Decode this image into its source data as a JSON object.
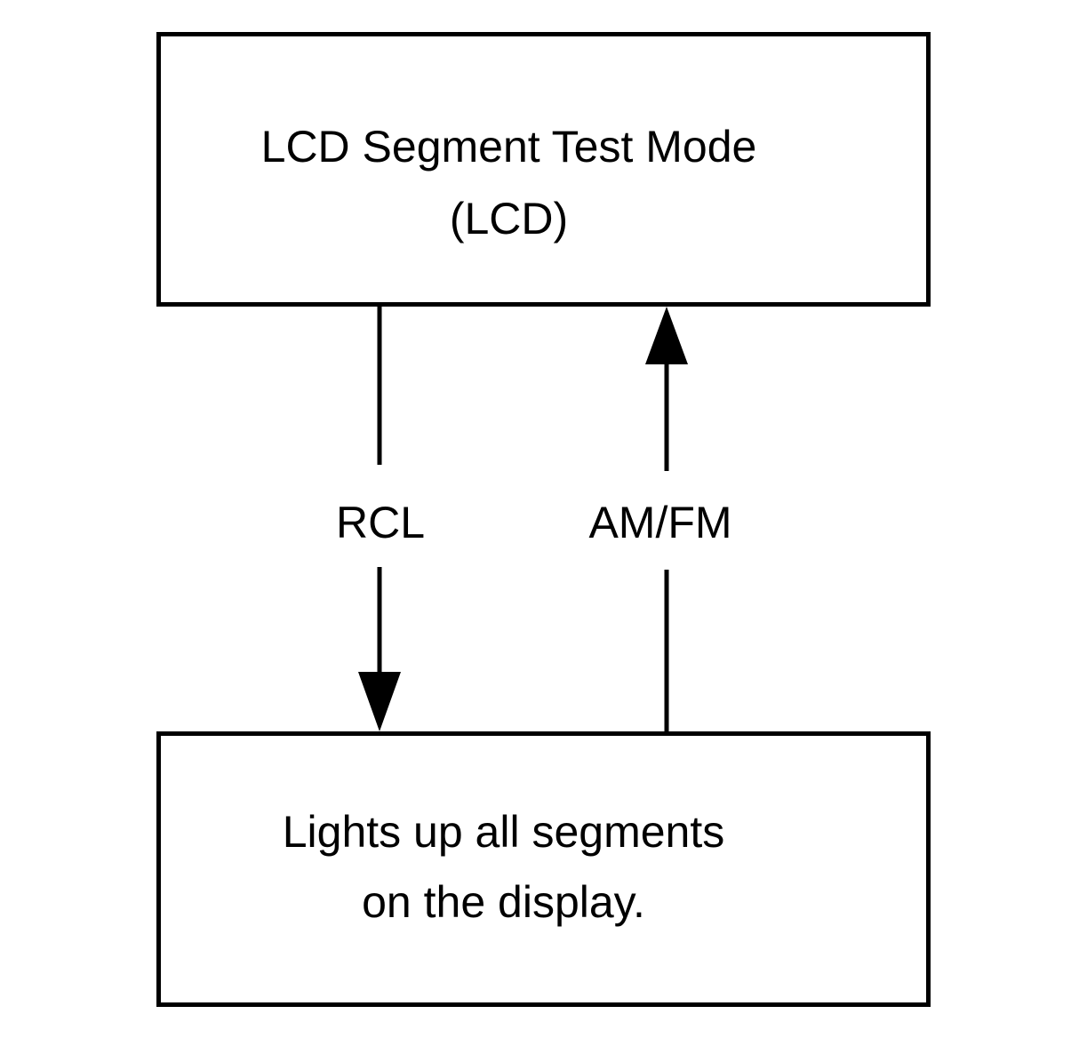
{
  "nodes": {
    "top": {
      "line1": "LCD Segment Test Mode",
      "line2": "(LCD)"
    },
    "bottom": {
      "line1": "Lights up all segments",
      "line2": "on the display."
    }
  },
  "edges": {
    "down": {
      "label": "RCL"
    },
    "up": {
      "label": "AM/FM"
    }
  },
  "colors": {
    "stroke": "#000000",
    "background": "#ffffff"
  }
}
